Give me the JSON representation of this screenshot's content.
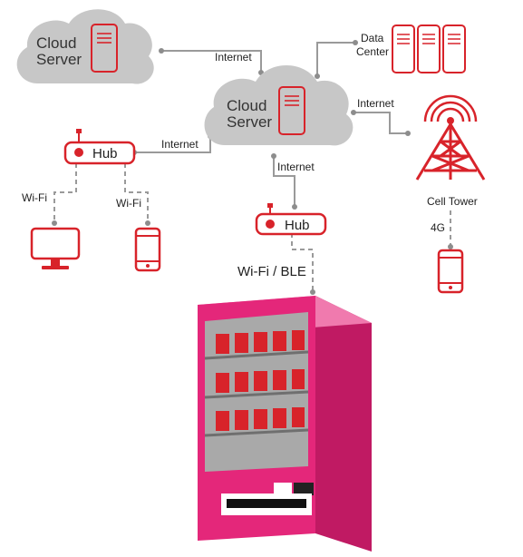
{
  "cloud_left": {
    "label_line1": "Cloud",
    "label_line2": "Server"
  },
  "cloud_center": {
    "label_line1": "Cloud",
    "label_line2": "Server"
  },
  "data_center": {
    "label_line1": "Data",
    "label_line2": "Center"
  },
  "cell_tower": {
    "label": "Cell Tower"
  },
  "hub_left": {
    "label": "Hub"
  },
  "hub_center": {
    "label": "Hub"
  },
  "links": {
    "internet_top": "Internet",
    "internet_hub_left": "Internet",
    "internet_hub_center": "Internet",
    "internet_tower": "Internet",
    "wifi_monitor": "Wi-Fi",
    "wifi_phone": "Wi-Fi",
    "wifi_ble": "Wi-Fi / BLE",
    "four_g": "4G"
  },
  "colors": {
    "accent_red": "#d8232a",
    "cloud_gray": "#c7c7c7",
    "vending_pink": "#e4277a",
    "vending_pink_light": "#f07aae",
    "vending_pink_dark": "#c01a63",
    "connector_gray": "#9a9a9a"
  },
  "icons": {
    "hub": "hub-device-icon",
    "server": "server-icon",
    "monitor": "monitor-icon",
    "phone": "smartphone-icon",
    "tower": "cell-tower-icon",
    "vending": "vending-machine-icon"
  }
}
